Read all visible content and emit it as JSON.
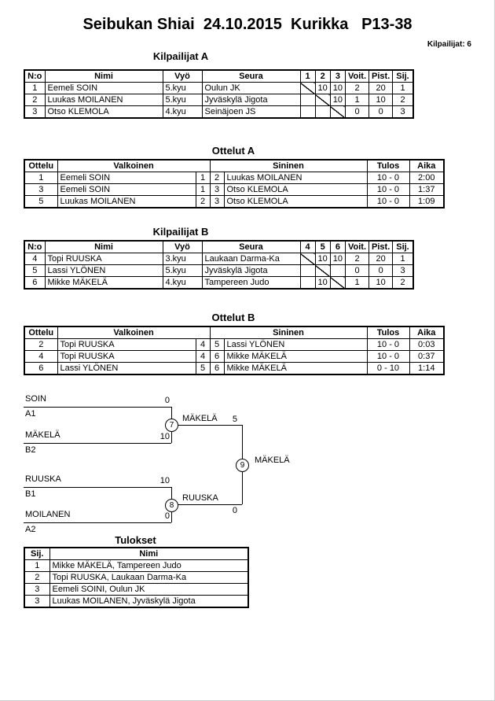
{
  "page": {
    "title": "Seibukan Shiai  24.10.2015  Kurikka   P13-38",
    "competitors": "Kilpailijat: 6"
  },
  "kilpailijatA": {
    "heading": "Kilpailijat A",
    "headers": {
      "no": "N:o",
      "nimi": "Nimi",
      "vyo": "Vyö",
      "seura": "Seura",
      "m1": "1",
      "m2": "2",
      "m3": "3",
      "voit": "Voit.",
      "pist": "Pist.",
      "sij": "Sij."
    },
    "rows": [
      {
        "no": "1",
        "nimi": "Eemeli SOIN",
        "vyo": "5.kyu",
        "seura": "Oulun JK",
        "s1": "",
        "s2": "10",
        "s3": "10",
        "voit": "2",
        "pist": "20",
        "sij": "1"
      },
      {
        "no": "2",
        "nimi": "Luukas MOILANEN",
        "vyo": "5.kyu",
        "seura": "Jyväskylä Jigota",
        "s1": "",
        "s2": "",
        "s3": "10",
        "voit": "1",
        "pist": "10",
        "sij": "2"
      },
      {
        "no": "3",
        "nimi": "Otso KLEMOLA",
        "vyo": "4.kyu",
        "seura": "Seinäjoen JS",
        "s1": "",
        "s2": "",
        "s3": "",
        "voit": "0",
        "pist": "0",
        "sij": "3"
      }
    ]
  },
  "ottelutA": {
    "heading": "Ottelut A",
    "headers": {
      "ottelu": "Ottelu",
      "valkoinen": "Valkoinen",
      "sininen": "Sininen",
      "tulos": "Tulos",
      "aika": "Aika"
    },
    "rows": [
      {
        "ottelu": "1",
        "valkoinen": "Eemeli SOIN",
        "wno": "1",
        "bno": "2",
        "sininen": "Luukas MOILANEN",
        "tulos": "10 - 0",
        "aika": "2:00"
      },
      {
        "ottelu": "3",
        "valkoinen": "Eemeli SOIN",
        "wno": "1",
        "bno": "3",
        "sininen": "Otso KLEMOLA",
        "tulos": "10 - 0",
        "aika": "1:37"
      },
      {
        "ottelu": "5",
        "valkoinen": "Luukas MOILANEN",
        "wno": "2",
        "bno": "3",
        "sininen": "Otso KLEMOLA",
        "tulos": "10 - 0",
        "aika": "1:09"
      }
    ]
  },
  "kilpailijatB": {
    "heading": "Kilpailijat B",
    "headers": {
      "no": "N:o",
      "nimi": "Nimi",
      "vyo": "Vyö",
      "seura": "Seura",
      "m1": "4",
      "m2": "5",
      "m3": "6",
      "voit": "Voit.",
      "pist": "Pist.",
      "sij": "Sij."
    },
    "rows": [
      {
        "no": "4",
        "nimi": "Topi RUUSKA",
        "vyo": "3.kyu",
        "seura": "Laukaan Darma-Ka",
        "s1": "",
        "s2": "10",
        "s3": "10",
        "voit": "2",
        "pist": "20",
        "sij": "1"
      },
      {
        "no": "5",
        "nimi": "Lassi YLÖNEN",
        "vyo": "5.kyu",
        "seura": "Jyväskylä Jigota",
        "s1": "",
        "s2": "",
        "s3": "",
        "voit": "0",
        "pist": "0",
        "sij": "3"
      },
      {
        "no": "6",
        "nimi": "Mikke MÄKELÄ",
        "vyo": "4.kyu",
        "seura": "Tampereen Judo",
        "s1": "",
        "s2": "10",
        "s3": "",
        "voit": "1",
        "pist": "10",
        "sij": "2"
      }
    ]
  },
  "ottelutB": {
    "heading": "Ottelut B",
    "headers": {
      "ottelu": "Ottelu",
      "valkoinen": "Valkoinen",
      "sininen": "Sininen",
      "tulos": "Tulos",
      "aika": "Aika"
    },
    "rows": [
      {
        "ottelu": "2",
        "valkoinen": "Topi RUUSKA",
        "wno": "4",
        "bno": "5",
        "sininen": "Lassi YLÖNEN",
        "tulos": "10 - 0",
        "aika": "0:03"
      },
      {
        "ottelu": "4",
        "valkoinen": "Topi RUUSKA",
        "wno": "4",
        "bno": "6",
        "sininen": "Mikke MÄKELÄ",
        "tulos": "10 - 0",
        "aika": "0:37"
      },
      {
        "ottelu": "6",
        "valkoinen": "Lassi YLÖNEN",
        "wno": "5",
        "bno": "6",
        "sininen": "Mikke MÄKELÄ",
        "tulos": "0 - 10",
        "aika": "1:14"
      }
    ]
  },
  "bracket": {
    "semi1": {
      "num": "7",
      "top_name": "SOIN",
      "top_seed": "A1",
      "top_score": "0",
      "bottom_name": "MÄKELÄ",
      "bottom_seed": "B2",
      "bottom_score": "10",
      "winner": "MÄKELÄ",
      "winner_score": "5"
    },
    "semi2": {
      "num": "8",
      "top_name": "RUUSKA",
      "top_seed": "B1",
      "top_score": "10",
      "bottom_name": "MOILANEN",
      "bottom_seed": "A2",
      "bottom_score": "0",
      "winner": "RUUSKA",
      "winner_score": "0"
    },
    "final": {
      "num": "9",
      "winner": "MÄKELÄ"
    }
  },
  "tulokset": {
    "heading": "Tulokset",
    "headers": {
      "sij": "Sij.",
      "nimi": "Nimi"
    },
    "rows": [
      {
        "sij": "1",
        "nimi": "Mikke MÄKELÄ, Tampereen Judo"
      },
      {
        "sij": "2",
        "nimi": "Topi RUUSKA, Laukaan Darma-Ka"
      },
      {
        "sij": "3",
        "nimi": "Eemeli SOINI, Oulun JK"
      },
      {
        "sij": "3",
        "nimi": "Luukas MOILANEN, Jyväskylä Jigota"
      }
    ]
  }
}
